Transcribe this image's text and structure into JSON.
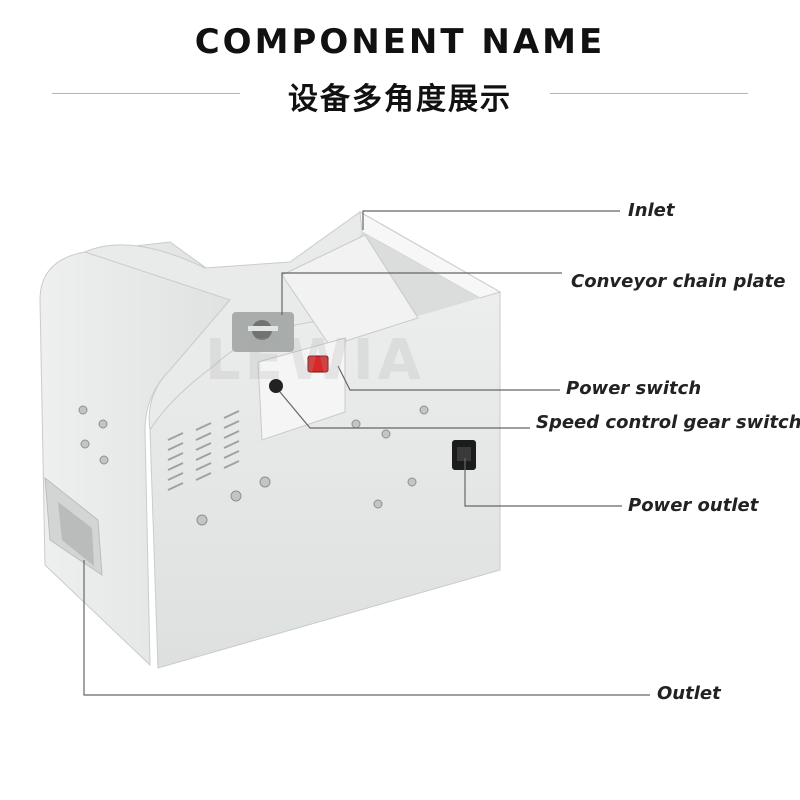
{
  "header": {
    "title": "COMPONENT NAME",
    "subtitle": "设备多角度展示"
  },
  "watermark": "LEWIA",
  "callouts": {
    "inlet": "Inlet",
    "conveyor": "Conveyor chain plate",
    "power_switch": "Power switch",
    "speed_switch": "Speed control gear switch",
    "power_outlet": "Power outlet",
    "outlet": "Outlet"
  },
  "colors": {
    "machine_body": "#e6e8e7",
    "switch_red": "#d8282a",
    "leader_line": "#666666"
  }
}
